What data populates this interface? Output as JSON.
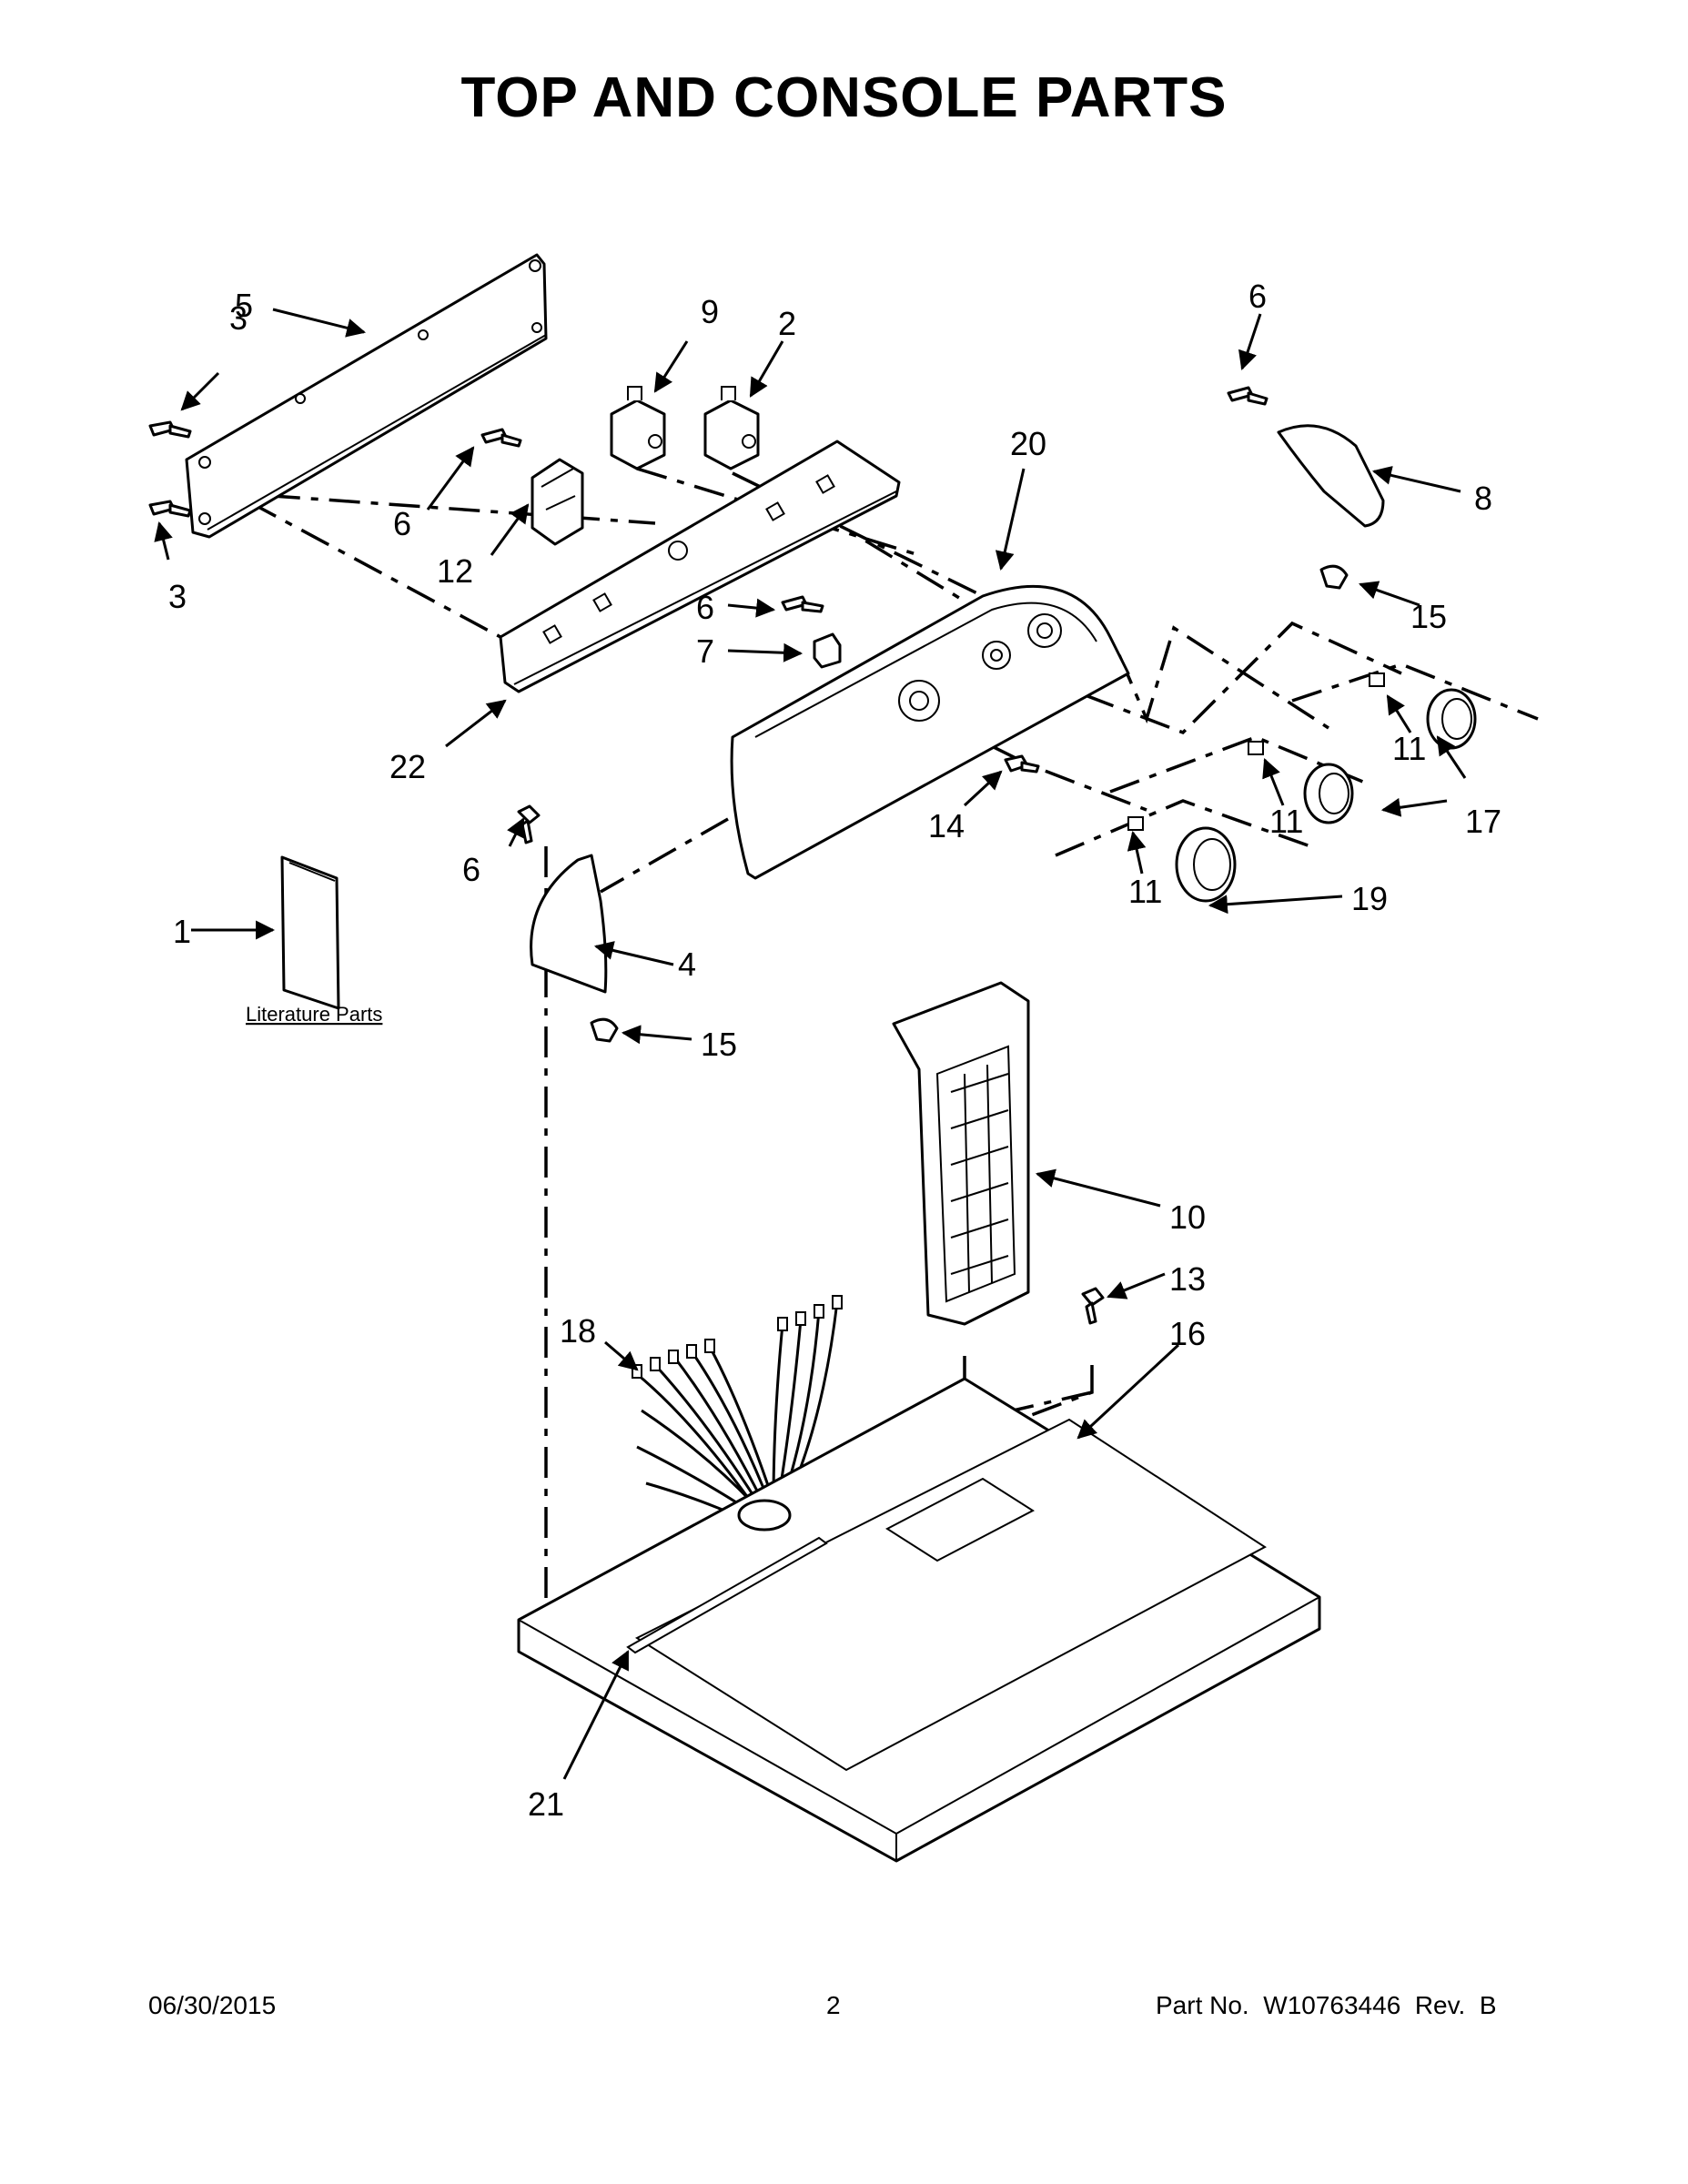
{
  "title": "TOP AND CONSOLE PARTS",
  "literature_label": "Literature Parts",
  "callouts": {
    "c1": "1",
    "c2": "2",
    "c3a": "3",
    "c3b": "3",
    "c4": "4",
    "c5": "5",
    "c6a": "6",
    "c6b": "6",
    "c6c": "6",
    "c6d": "6",
    "c7": "7",
    "c8": "8",
    "c9": "9",
    "c10": "10",
    "c11a": "11",
    "c11b": "11",
    "c11c": "11",
    "c12": "12",
    "c13": "13",
    "c14": "14",
    "c15a": "15",
    "c15b": "15",
    "c16": "16",
    "c17": "17",
    "c18": "18",
    "c19": "19",
    "c20": "20",
    "c21": "21",
    "c22": "22"
  },
  "footer": {
    "date": "06/30/2015",
    "page": "2",
    "part_no": "Part No.  W10763446  Rev.  B"
  }
}
